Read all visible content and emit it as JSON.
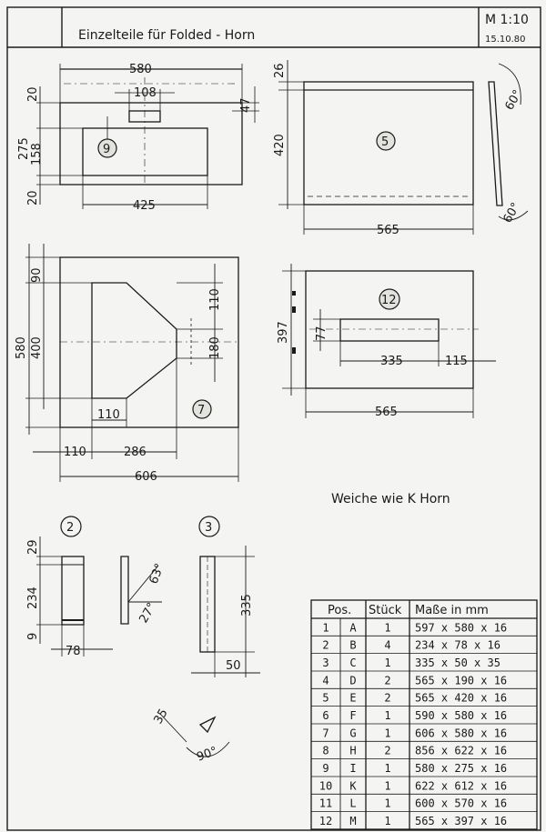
{
  "title_block": {
    "title": "Einzelteile für Folded - Horn",
    "scale": "M 1:10",
    "stamp": "15.10.80"
  },
  "parts": {
    "p9": {
      "pos": "9",
      "dims": {
        "width": "580",
        "cutout": "108",
        "depth_top": "47",
        "top": "20",
        "height": "275",
        "inner": "158",
        "bottom": "20",
        "inner_width": "425"
      }
    },
    "p5": {
      "pos": "5",
      "dims": {
        "top": "26",
        "height": "420",
        "width": "565"
      },
      "angles": {
        "upper": "60°",
        "lower": "60°"
      }
    },
    "p7": {
      "pos": "7",
      "dims": {
        "top": "90",
        "height_outer": "580",
        "height_inner": "400",
        "right_top": "110",
        "right_mid": "180",
        "bottom_inner": "110",
        "left": "110",
        "mid": "286",
        "width": "606"
      }
    },
    "p12": {
      "pos": "12",
      "dims": {
        "height": "397",
        "slot": "77",
        "slot_len": "335",
        "right": "115",
        "width": "565"
      }
    },
    "p2": {
      "pos": "2",
      "dims": {
        "top": "29",
        "height": "234",
        "bottom": "9",
        "width": "78"
      },
      "angles": {
        "a": "63°",
        "b": "27°"
      }
    },
    "p3": {
      "pos": "3",
      "dims": {
        "height": "335",
        "width": "50"
      }
    },
    "triangle": {
      "dims": {
        "side": "35"
      },
      "angle": "90°"
    }
  },
  "note": "Weiche wie K Horn",
  "table": {
    "headers": {
      "pos": "Pos.",
      "count": "Stück",
      "size": "Maße in mm"
    },
    "rows": [
      {
        "n": "1",
        "letter": "A",
        "count": "1",
        "size": "597 x 580 x 16"
      },
      {
        "n": "2",
        "letter": "B",
        "count": "4",
        "size": "234 x  78 x 16"
      },
      {
        "n": "3",
        "letter": "C",
        "count": "1",
        "size": "335 x  50 x 35"
      },
      {
        "n": "4",
        "letter": "D",
        "count": "2",
        "size": "565 x 190 x 16"
      },
      {
        "n": "5",
        "letter": "E",
        "count": "2",
        "size": "565 x 420 x 16"
      },
      {
        "n": "6",
        "letter": "F",
        "count": "1",
        "size": "590 x 580 x 16"
      },
      {
        "n": "7",
        "letter": "G",
        "count": "1",
        "size": "606 x 580 x 16"
      },
      {
        "n": "8",
        "letter": "H",
        "count": "2",
        "size": "856 x 622 x 16"
      },
      {
        "n": "9",
        "letter": "I",
        "count": "1",
        "size": "580 x 275 x 16"
      },
      {
        "n": "10",
        "letter": "K",
        "count": "1",
        "size": "622 x 612 x 16"
      },
      {
        "n": "11",
        "letter": "L",
        "count": "1",
        "size": "600 x 570 x 16"
      },
      {
        "n": "12",
        "letter": "M",
        "count": "1",
        "size": "565 x 397 x 16"
      }
    ]
  }
}
